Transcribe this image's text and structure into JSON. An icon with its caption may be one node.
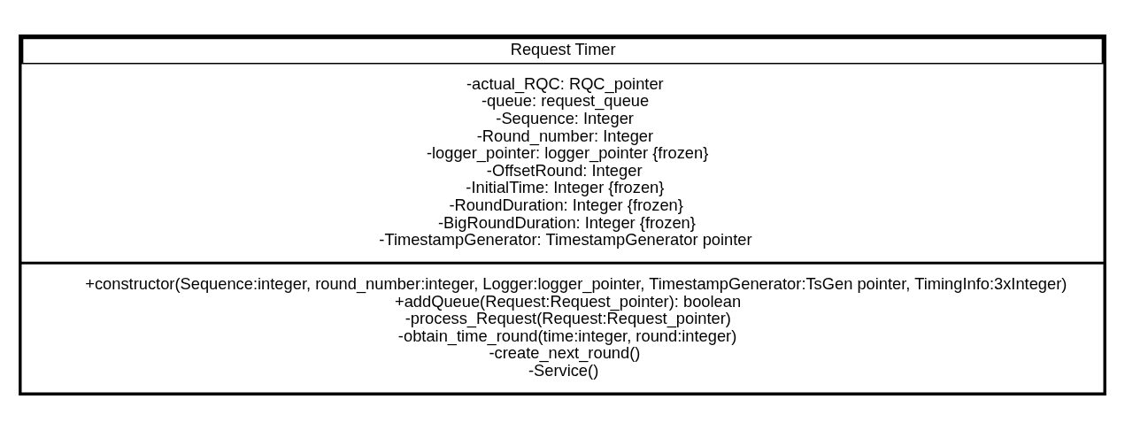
{
  "diagram": {
    "nodes": [
      {
        "text": [
          "Request Timer"
        ]
      },
      {
        "text": [
          "-actual_RQC: RQC_pointer",
          "-queue: request_queue",
          "-Sequence: Integer",
          "-Round_number: Integer",
          "-logger_pointer: logger_pointer {frozen}",
          "-OffsetRound: Integer",
          "-InitialTime: Integer {frozen}",
          "-RoundDuration: Integer {frozen}",
          "-BigRoundDuration: Integer {frozen}",
          "-TimestampGenerator: TimestampGenerator pointer"
        ],
        "in": 0
      },
      {
        "text": [
          "+constructor(Sequence:integer, round_number:integer, Logger:logger_pointer, TimestampGenerator:TsGen pointer, TimingInfo:3xInteger)",
          "+addQueue(Request:Request_pointer): boolean",
          "-process_Request(Request:Request_pointer)",
          "-obtain_time_round(time:integer, round:integer)",
          "-create_next_round()",
          "-Service()"
        ],
        "in": 0
      }
    ],
    "edges": []
  }
}
